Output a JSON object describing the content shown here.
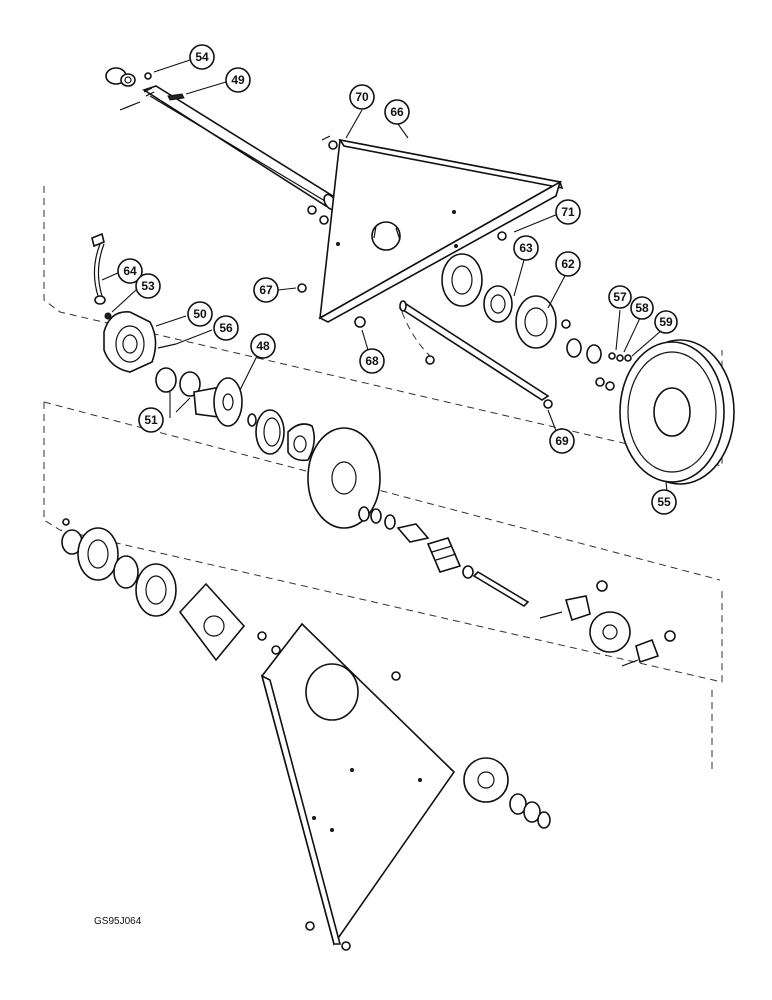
{
  "figure": {
    "code": "GS95J064",
    "callouts": [
      {
        "id": "c54",
        "number": "54"
      },
      {
        "id": "c49",
        "number": "49"
      },
      {
        "id": "c70",
        "number": "70"
      },
      {
        "id": "c66",
        "number": "66"
      },
      {
        "id": "c71",
        "number": "71"
      },
      {
        "id": "c64",
        "number": "64"
      },
      {
        "id": "c53",
        "number": "53"
      },
      {
        "id": "c63",
        "number": "63"
      },
      {
        "id": "c62",
        "number": "62"
      },
      {
        "id": "c67",
        "number": "67"
      },
      {
        "id": "c50",
        "number": "50"
      },
      {
        "id": "c56",
        "number": "56"
      },
      {
        "id": "c57",
        "number": "57"
      },
      {
        "id": "c58",
        "number": "58"
      },
      {
        "id": "c59",
        "number": "59"
      },
      {
        "id": "c68",
        "number": "68"
      },
      {
        "id": "c48",
        "number": "48"
      },
      {
        "id": "c51",
        "number": "51"
      },
      {
        "id": "c69",
        "number": "69"
      },
      {
        "id": "c55",
        "number": "55"
      }
    ]
  }
}
